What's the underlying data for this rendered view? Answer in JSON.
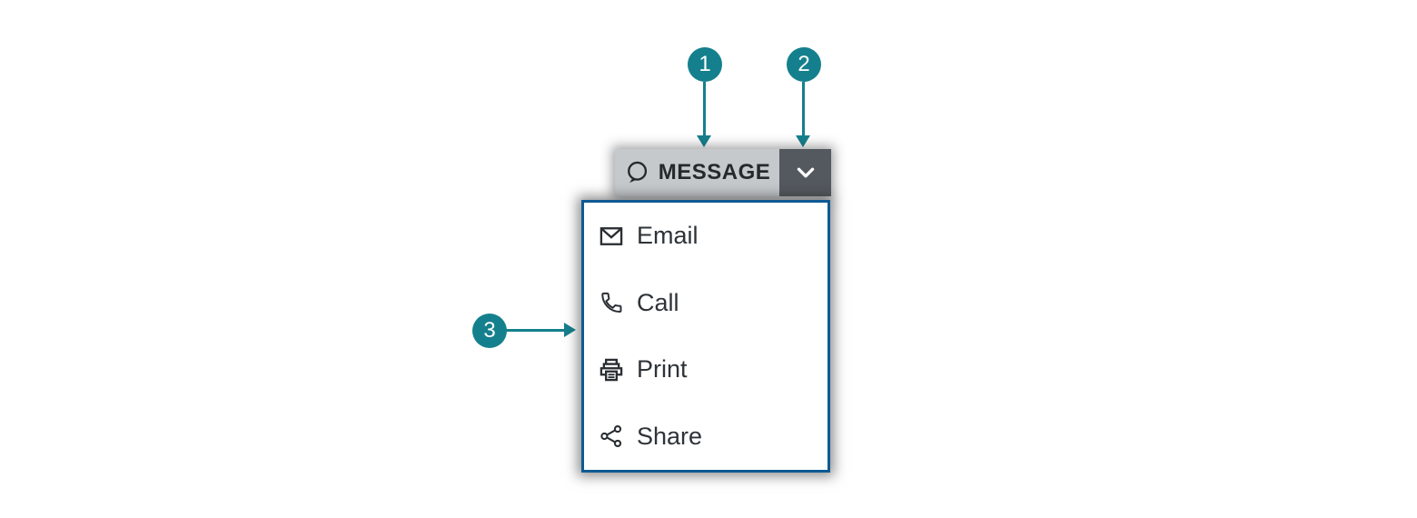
{
  "figure": {
    "description": "Annotated split menu button component with open dropdown",
    "background": "#ffffff"
  },
  "colors": {
    "callout_teal": "#15808D",
    "button_background": "#c5c9cc",
    "button_text": "#26292c",
    "arrow_section_background": "#54595f",
    "chevron_color": "#ffffff",
    "menu_border": "#0e5a93",
    "menu_background": "#ffffff",
    "menu_text": "#2e3338"
  },
  "callouts": [
    {
      "number": "1",
      "target": "message-button"
    },
    {
      "number": "2",
      "target": "dropdown-arrow-button"
    },
    {
      "number": "3",
      "target": "dropdown-menu"
    }
  ],
  "split_button": {
    "label": "MESSAGE",
    "icon": "speech-bubble-icon",
    "arrow_icon": "chevron-down-icon"
  },
  "menu": {
    "items": [
      {
        "label": "Email",
        "icon": "email-icon"
      },
      {
        "label": "Call",
        "icon": "phone-icon"
      },
      {
        "label": "Print",
        "icon": "printer-icon"
      },
      {
        "label": "Share",
        "icon": "share-icon"
      }
    ]
  }
}
